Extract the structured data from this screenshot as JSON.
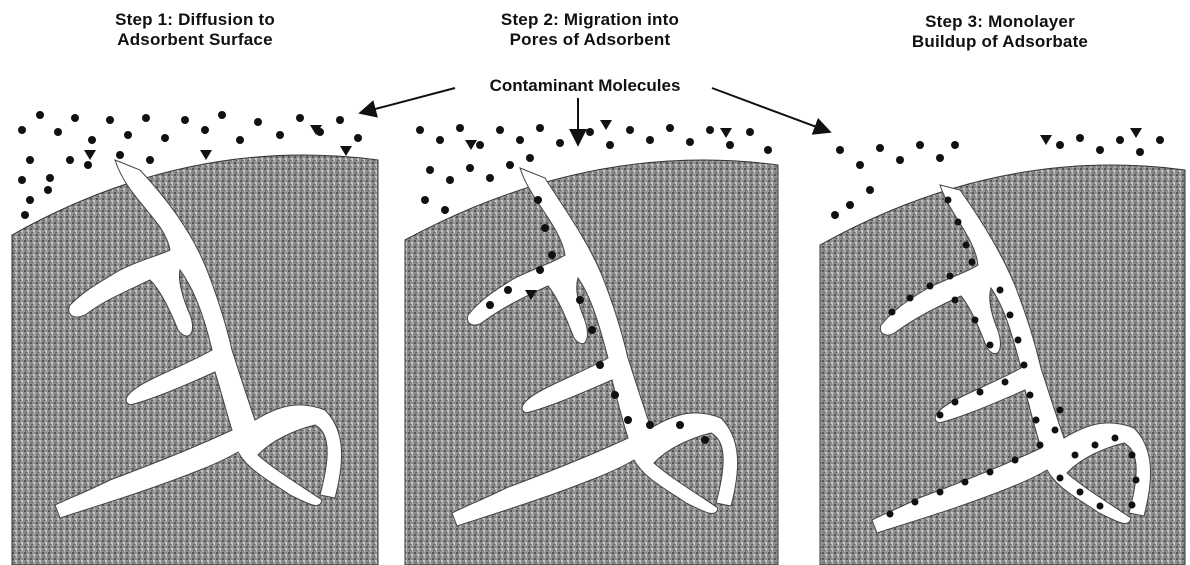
{
  "steps": [
    {
      "line1": "Step 1: Diffusion to",
      "line2": "Adsorbent Surface"
    },
    {
      "line1": "Step 2: Migration into",
      "line2": "Pores of Adsorbent"
    },
    {
      "line1": "Step 3: Monolayer",
      "line2": "Buildup of Adsorbate"
    }
  ],
  "callout": "Contaminant Molecules",
  "colors": {
    "adsorbent": "#9a9a9a",
    "pore": "#ffffff",
    "molecule": "#111111"
  }
}
